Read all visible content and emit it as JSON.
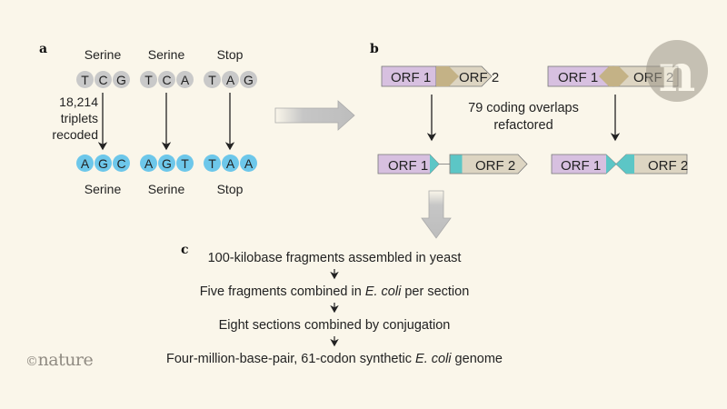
{
  "panel_a": {
    "label": "a",
    "codons_top": [
      {
        "amino": "Serine",
        "bases": [
          "T",
          "C",
          "G"
        ]
      },
      {
        "amino": "Serine",
        "bases": [
          "T",
          "C",
          "A"
        ]
      },
      {
        "amino": "Stop",
        "bases": [
          "T",
          "A",
          "G"
        ]
      }
    ],
    "codons_bottom": [
      {
        "amino": "Serine",
        "bases": [
          "A",
          "G",
          "C"
        ]
      },
      {
        "amino": "Serine",
        "bases": [
          "A",
          "G",
          "T"
        ]
      },
      {
        "amino": "Stop",
        "bases": [
          "T",
          "A",
          "A"
        ]
      }
    ],
    "note_lines": [
      "18,214",
      "triplets",
      "recoded"
    ],
    "colors": {
      "original": "#c9c9c9",
      "recoded": "#6dc7ea"
    }
  },
  "panel_b": {
    "label": "b",
    "orf1": "ORF 1",
    "orf2": "ORF 2",
    "note_lines": [
      "79 coding overlaps",
      "refactored"
    ],
    "colors": {
      "orf1": "#d7c0e0",
      "orf2": "#ddd5c2",
      "overlap": "#c4b286",
      "refactor": "#5cc6c6"
    }
  },
  "panel_c": {
    "label": "c",
    "steps": [
      {
        "pre": "100-kilobase fragments assembled in yeast",
        "ital": "",
        "post": ""
      },
      {
        "pre": "Five fragments combined in ",
        "ital": "E. coli",
        "post": " per section"
      },
      {
        "pre": "Eight sections combined by conjugation",
        "ital": "",
        "post": ""
      },
      {
        "pre": "Four-million-base-pair, 61-codon synthetic ",
        "ital": "E. coli",
        "post": " genome"
      }
    ]
  },
  "branding": {
    "copyright": "©",
    "name": "nature",
    "watermark": "n"
  }
}
